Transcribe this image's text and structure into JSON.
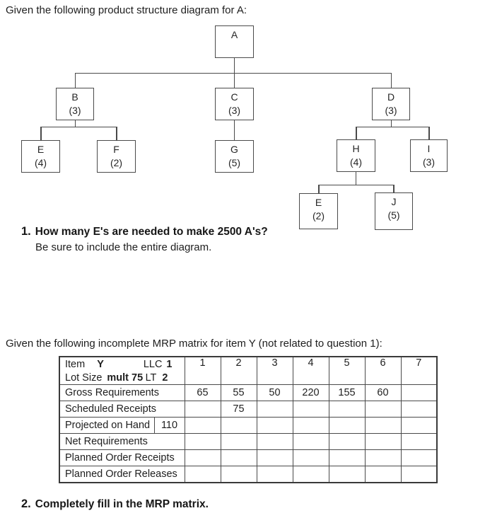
{
  "intro": {
    "tree_line": "Given the following product structure diagram for A:",
    "mrp_line": "Given the following incomplete MRP matrix for item Y (not related to question 1):"
  },
  "tree": {
    "nodes": [
      {
        "label": "A",
        "qty": ""
      },
      {
        "label": "B",
        "qty": "(3)"
      },
      {
        "label": "C",
        "qty": "(3)"
      },
      {
        "label": "D",
        "qty": "(3)"
      },
      {
        "label": "E",
        "qty": "(4)"
      },
      {
        "label": "F",
        "qty": "(2)"
      },
      {
        "label": "G",
        "qty": "(5)"
      },
      {
        "label": "H",
        "qty": "(4)"
      },
      {
        "label": "I",
        "qty": "(3)"
      },
      {
        "label": "E",
        "qty": "(2)"
      },
      {
        "label": "J",
        "qty": "(5)"
      }
    ]
  },
  "question1": {
    "number": "1.",
    "text": "How many E's are needed to make 2500 A's?",
    "note": "Be sure to include the entire diagram."
  },
  "question2": {
    "number": "2.",
    "text": "Completely fill in the MRP matrix."
  },
  "mrp": {
    "header": {
      "item_label": "Item",
      "item_value": "Y",
      "llc_label": "LLC",
      "llc_value": "1",
      "lot_label": "Lot Size",
      "lot_value": "mult 75",
      "lt_label": "LT",
      "lt_value": "2"
    },
    "periods": [
      "1",
      "2",
      "3",
      "4",
      "5",
      "6",
      "7"
    ],
    "rows": [
      {
        "label": "Gross Requirements",
        "values": [
          "65",
          "55",
          "50",
          "220",
          "155",
          "60",
          ""
        ]
      },
      {
        "label": "Scheduled Receipts",
        "values": [
          "",
          "75",
          "",
          "",
          "",
          "",
          ""
        ]
      },
      {
        "label": "Projected on Hand",
        "on_hand": "110",
        "values": [
          "",
          "",
          "",
          "",
          "",
          "",
          ""
        ]
      },
      {
        "label": "Net Requirements",
        "values": [
          "",
          "",
          "",
          "",
          "",
          "",
          ""
        ]
      },
      {
        "label": "Planned Order Receipts",
        "values": [
          "",
          "",
          "",
          "",
          "",
          "",
          ""
        ]
      },
      {
        "label": "Planned Order Releases",
        "values": [
          "",
          "",
          "",
          "",
          "",
          "",
          ""
        ]
      }
    ]
  }
}
